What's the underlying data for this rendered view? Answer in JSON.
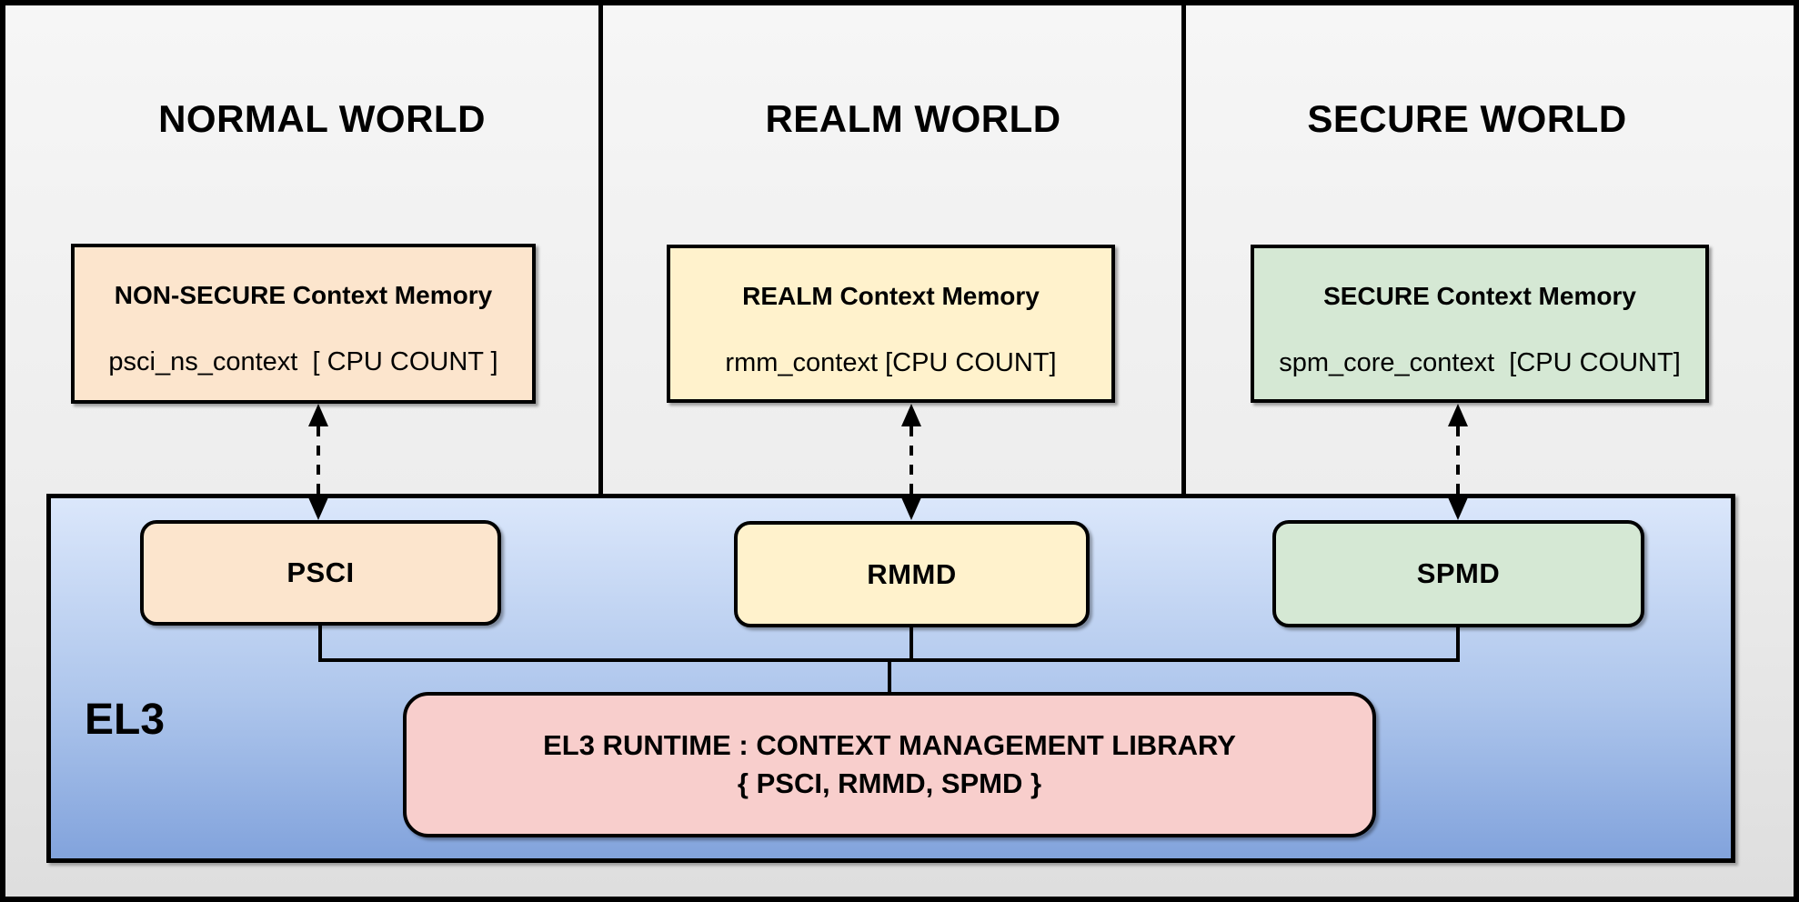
{
  "diagram": {
    "worlds": [
      {
        "title": "NORMAL WORLD",
        "memory_title": "NON-SECURE Context Memory",
        "memory_detail": "psci_ns_context  [ CPU COUNT ]",
        "dispatcher": "PSCI",
        "fill_color": "#fce5cd"
      },
      {
        "title": "REALM WORLD",
        "memory_title": "REALM Context Memory",
        "memory_detail": "rmm_context [CPU COUNT]",
        "dispatcher": "RMMD",
        "fill_color": "#fff2cc"
      },
      {
        "title": "SECURE WORLD",
        "memory_title": "SECURE Context Memory",
        "memory_detail": "spm_core_context  [CPU COUNT]",
        "dispatcher": "SPMD",
        "fill_color": "#d5e8d4"
      }
    ],
    "el3": {
      "label": "EL3",
      "runtime_title": "EL3 RUNTIME : CONTEXT MANAGEMENT LIBRARY",
      "runtime_subtitle": "{ PSCI, RMMD, SPMD }",
      "runtime_fill_color": "#f8cecc",
      "gradient_top_color": "#dbe7fb",
      "gradient_bottom_color": "#82a3dc"
    },
    "stroke_color": "#000000",
    "background_color": "#ededed"
  }
}
